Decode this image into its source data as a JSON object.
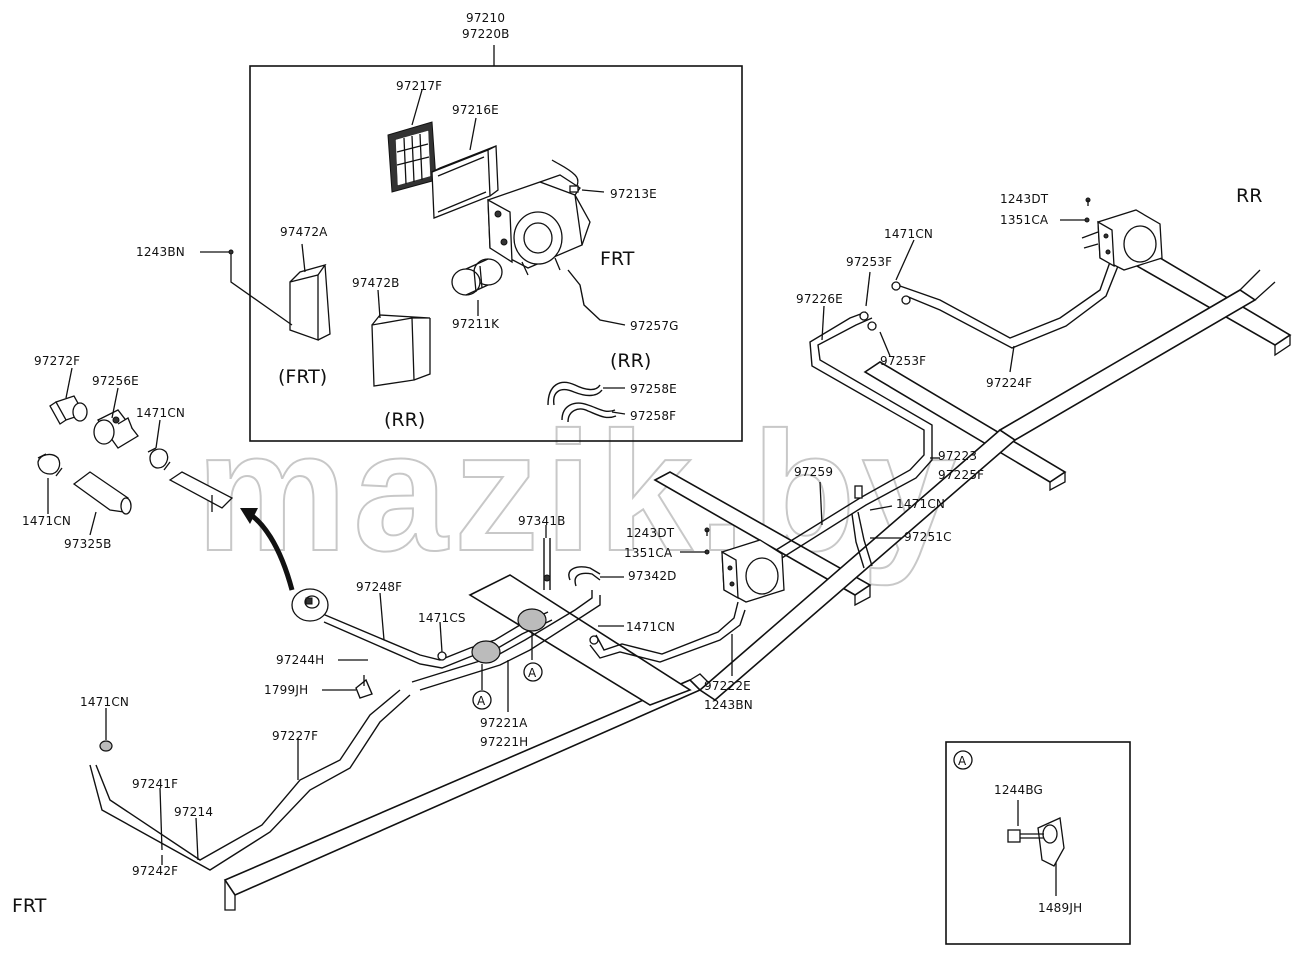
{
  "watermark": "mazik.by",
  "orientation": {
    "front": "FRT",
    "rear": "RR"
  },
  "inset_box": {
    "header_1": "97210",
    "header_2": "97220B",
    "frt_label": "(FRT)",
    "rr_label": "(RR)"
  },
  "detail_box": {
    "marker": "A",
    "labels": [
      "1244BG",
      "1489JH"
    ]
  },
  "ref_marker": "A",
  "parts": {
    "p97217F": "97217F",
    "p97216E": "97216E",
    "p97213E": "97213E",
    "p97472A": "97472A",
    "p97472B": "97472B",
    "p97211K": "97211K",
    "p97257G": "97257G",
    "p97258E": "97258E",
    "p97258F": "97258F",
    "p1243BN_a": "1243BN",
    "p97272F": "97272F",
    "p97256E": "97256E",
    "p1471CN_a": "1471CN",
    "p1471CN_b": "1471CN",
    "p97325B": "97325B",
    "p1243DT_a": "1243DT",
    "p1351CA_a": "1351CA",
    "p1471CN_c": "1471CN",
    "p97253F_a": "97253F",
    "p97226E": "97226E",
    "p97253F_b": "97253F",
    "p97224F": "97224F",
    "p97259": "97259",
    "p97223": "97223",
    "p97225F": "97225F",
    "p1471CN_d": "1471CN",
    "p97251C": "97251C",
    "p97341B": "97341B",
    "p1243DT_b": "1243DT",
    "p1351CA_b": "1351CA",
    "p97342D": "97342D",
    "p97248F": "97248F",
    "p1471CS": "1471CS",
    "p1471CN_e": "1471CN",
    "p97244H": "97244H",
    "p1799JH": "1799JH",
    "p97221A": "97221A",
    "p97221H": "97221H",
    "p97222E": "97222E",
    "p1243BN_b": "1243BN",
    "p1471CN_f": "1471CN",
    "p97227F": "97227F",
    "p97241F": "97241F",
    "p97214": "97214",
    "p97242F": "97242F"
  }
}
